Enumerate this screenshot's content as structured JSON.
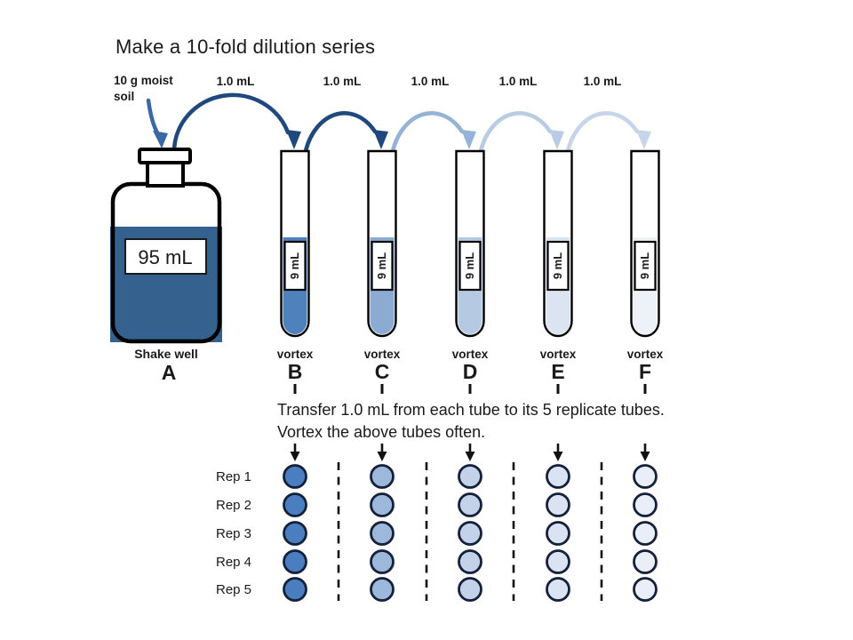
{
  "title": "Make a 10-fold dilution series",
  "source": {
    "soil_label_line1": "10 g moist",
    "soil_label_line2": "soil",
    "volume_label": "95 mL",
    "instruction": "Shake well",
    "letter": "A"
  },
  "arcs": [
    {
      "label": "1.0 mL",
      "color": "#1f497d"
    },
    {
      "label": "1.0 mL",
      "color": "#1f497d"
    },
    {
      "label": "1.0 mL",
      "color": "#95b3d7"
    },
    {
      "label": "1.0 mL",
      "color": "#b8cce4"
    },
    {
      "label": "1.0 mL",
      "color": "#c6d5ea"
    }
  ],
  "tubes": [
    {
      "letter": "B",
      "volume_label": "9 mL",
      "instruction": "vortex",
      "fill": "#4f81bd"
    },
    {
      "letter": "C",
      "volume_label": "9 mL",
      "instruction": "vortex",
      "fill": "#8cabd3"
    },
    {
      "letter": "D",
      "volume_label": "9 mL",
      "instruction": "vortex",
      "fill": "#b5c9e2"
    },
    {
      "letter": "E",
      "volume_label": "9 mL",
      "instruction": "vortex",
      "fill": "#dbe4f0"
    },
    {
      "letter": "F",
      "volume_label": "9 mL",
      "instruction": "vortex",
      "fill": "#edf1f8"
    }
  ],
  "transfer_note": {
    "line1": "Transfer 1.0 mL from each tube to its 5 replicate tubes.",
    "line2": "Vortex the above tubes often."
  },
  "replicate_grid": {
    "rows": [
      "Rep 1",
      "Rep 2",
      "Rep 3",
      "Rep 4",
      "Rep 5"
    ],
    "columns": [
      {
        "column": "B",
        "fill": "#4a7ec0"
      },
      {
        "column": "C",
        "fill": "#9db8da"
      },
      {
        "column": "D",
        "fill": "#c3d2e8"
      },
      {
        "column": "E",
        "fill": "#dae3f1"
      },
      {
        "column": "F",
        "fill": "#eaeef8"
      }
    ]
  },
  "colors": {
    "dark_arrow": "#1f497d",
    "soil_arrow": "#3c67a5",
    "bottle_liquid": "#35618f",
    "outline": "#000000",
    "circle_outline": "#15203a"
  }
}
